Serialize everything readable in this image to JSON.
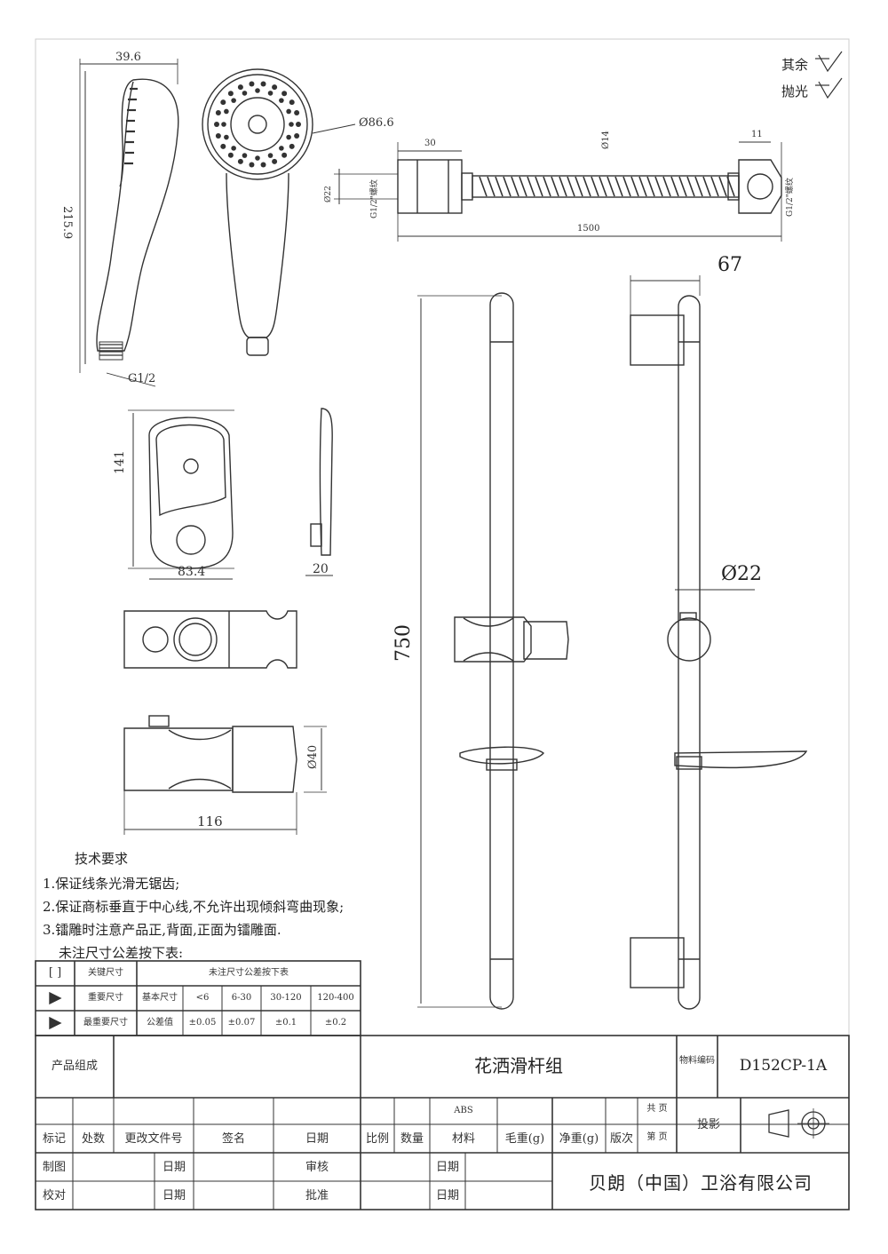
{
  "finish": {
    "other": "其余",
    "polish": "抛光"
  },
  "dims": {
    "head_depth": "39.6",
    "head_length": "215.9",
    "head_thread": "G1/2",
    "head_diameter": "Ø86.6",
    "hose_nut": "30",
    "hose_nut2": "11",
    "hose_dia": "Ø14",
    "hose_length": "1500",
    "hose_thread_left": "G1/2\"螺纹",
    "hose_thread_right": "G1/2\"螺纹",
    "hose_hex": "Ø22",
    "bar_offset": "67",
    "bar_length": "750",
    "bar_diameter": "Ø22",
    "soap_height": "141",
    "soap_width": "83.4",
    "soap_depth": "20",
    "slider_width": "116",
    "slider_height": "Ø40"
  },
  "requirements": {
    "heading": "技术要求",
    "items": [
      "1.保证线条光滑无锯齿;",
      "2.保证商标垂直于中心线,不允许出现倾斜弯曲现象;",
      "3.镭雕时注意产品正,背面,正面为镭雕面.",
      "未注尺寸公差按下表:"
    ]
  },
  "tolerance_table": {
    "rows": [
      {
        "mark": "[ ]",
        "label": "关键尺寸",
        "cols": [
          "未注尺寸公差按下表"
        ]
      },
      {
        "mark": "▶",
        "label": "重要尺寸",
        "cols": [
          "基本尺寸",
          "<6",
          "6-30",
          "30-120",
          "120-400"
        ]
      },
      {
        "mark": "▶",
        "label": "最重要尺寸",
        "cols": [
          "公差值",
          "±0.05",
          "±0.07",
          "±0.1",
          "±0.2"
        ]
      }
    ]
  },
  "title_block": {
    "product_group": "产品组成",
    "product_name": "花洒滑杆组",
    "material_code_label": "物料编码",
    "material_code": "D152CP-1A",
    "abs": "ABS",
    "gong_ye": "共  页",
    "di_ye": "第  页",
    "projection": "投影",
    "headers": [
      "标记",
      "处数",
      "更改文件号",
      "签名",
      "日期",
      "比例",
      "数量",
      "材料",
      "毛重(g)",
      "净重(g)",
      "版次"
    ],
    "draw": "制图",
    "check": "校对",
    "date": "日期",
    "review": "审核",
    "approve": "批准",
    "company": "贝朗（中国）卫浴有限公司"
  }
}
